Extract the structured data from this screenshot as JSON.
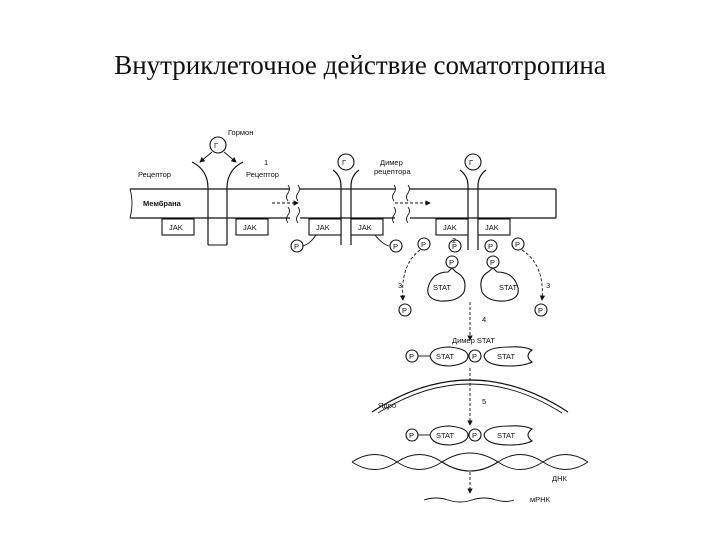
{
  "slide": {
    "title": "Внутриклеточное действие соматотропина"
  },
  "diagram": {
    "hormone": "Гормон",
    "hormone_symbol": "Г",
    "receptor": "Рецептор",
    "membrane": "Мембрана",
    "receptor_dimer": "Димер",
    "receptor_dimer_2": "рецептора",
    "jak": "JAK",
    "phosphate": "P",
    "stat": "STAT",
    "stat_dimer": "Димер STAT",
    "nucleus": "Ядро",
    "dna": "ДНК",
    "mrna": "мРНК",
    "steps": [
      "1",
      "2",
      "3",
      "3",
      "4",
      "5"
    ]
  }
}
